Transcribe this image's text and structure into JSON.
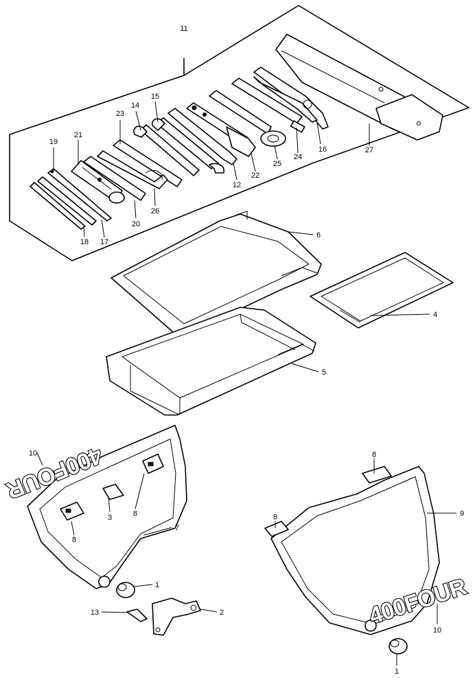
{
  "labels": {
    "n1": "1",
    "n2": "2",
    "n3": "3",
    "n4": "4",
    "n5": "5",
    "n6": "6",
    "n7": "7",
    "n8": "8",
    "n9": "9",
    "n10": "10",
    "n11": "11",
    "n12": "12",
    "n13": "13",
    "n14": "14",
    "n15": "15",
    "n16": "16",
    "n17": "17",
    "n18": "18",
    "n19": "19",
    "n20": "20",
    "n21": "21",
    "n22": "22",
    "n23": "23",
    "n24": "24",
    "n25": "25",
    "n26": "26",
    "n27": "27"
  },
  "emblem": {
    "left_text": "400FOUR",
    "right_text": "400FOUR"
  }
}
